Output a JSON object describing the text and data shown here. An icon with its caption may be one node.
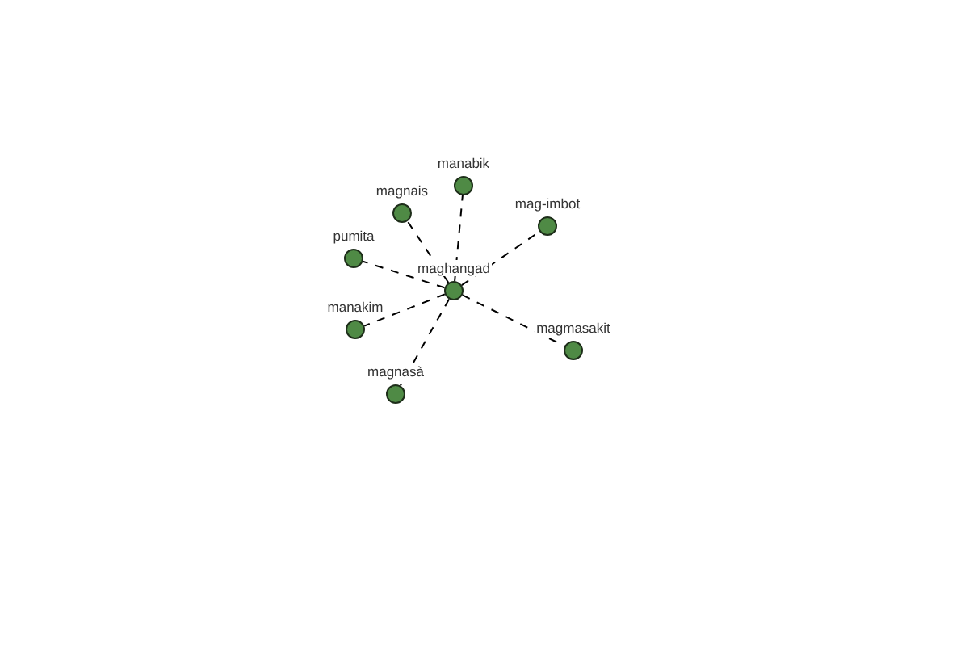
{
  "diagram": {
    "nodes": [
      {
        "text": [
          "manabik"
        ]
      },
      {
        "text": [
          "magnais"
        ]
      },
      {
        "text": [
          "mag-imbot"
        ]
      },
      {
        "text": [
          "pumita"
        ]
      },
      {
        "text": [
          "maghangad"
        ]
      },
      {
        "text": [
          "manakim"
        ]
      },
      {
        "text": [
          "magmasakit"
        ]
      },
      {
        "text": [
          "magnasà"
        ]
      }
    ],
    "edges": [
      {
        "from": 4,
        "to": 0,
        "arrow": "none",
        "style": "dashed"
      },
      {
        "from": 4,
        "to": 1,
        "arrow": "none",
        "style": "dashed"
      },
      {
        "from": 4,
        "to": 2,
        "arrow": "none",
        "style": "dashed"
      },
      {
        "from": 4,
        "to": 3,
        "arrow": "none",
        "style": "dashed"
      },
      {
        "from": 4,
        "to": 5,
        "arrow": "none",
        "style": "dashed"
      },
      {
        "from": 4,
        "to": 6,
        "arrow": "none",
        "style": "dashed"
      },
      {
        "from": 4,
        "to": 7,
        "arrow": "none",
        "style": "dashed"
      }
    ]
  }
}
